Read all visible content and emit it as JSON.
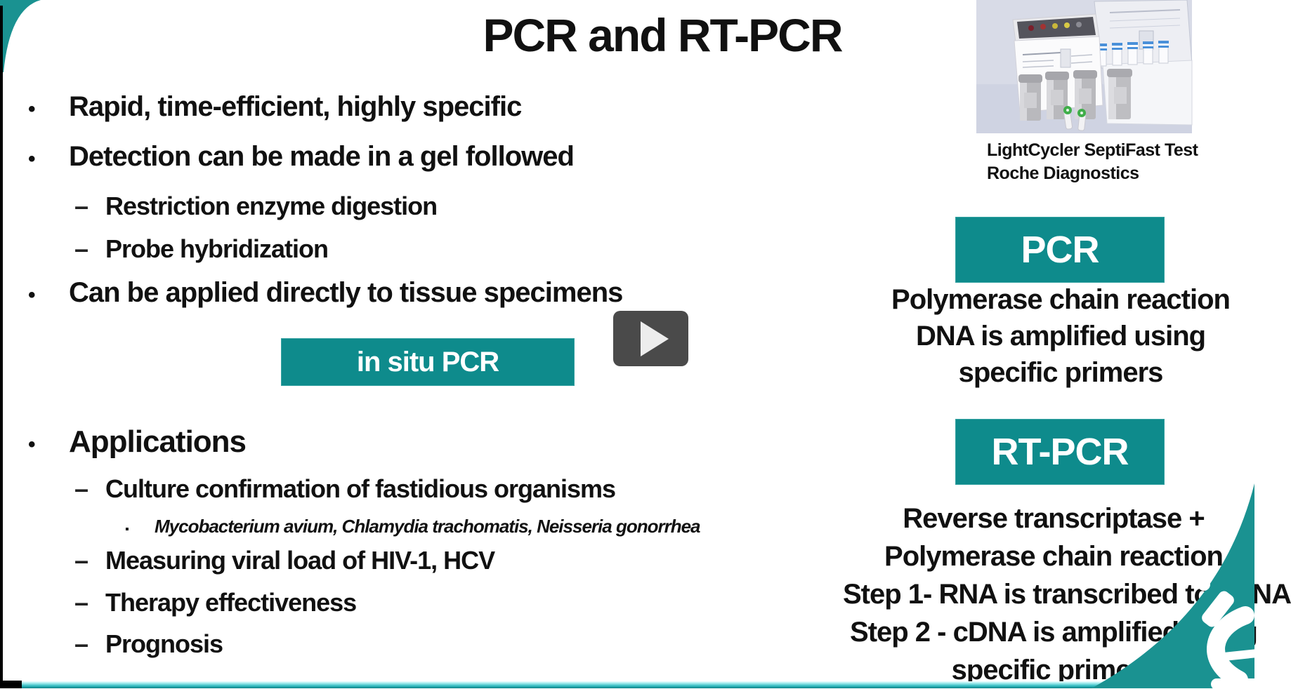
{
  "title": "PCR and RT-PCR",
  "markers": {
    "level1": "•",
    "level2": "–",
    "level3": "▪"
  },
  "bullets": {
    "b1": "Rapid, time-efficient, highly specific",
    "b2": "Detection can be made in a gel followed",
    "b2a": "Restriction enzyme digestion",
    "b2b": "Probe hybridization",
    "b3": "Can be applied directly to tissue specimens",
    "b4": "Applications",
    "b4a": "Culture confirmation of fastidious organisms",
    "b4a1": "Mycobacterium avium, Chlamydia trachomatis, Neisseria gonorrhea",
    "b4b": "Measuring viral load of HIV-1, HCV",
    "b4c": "Therapy effectiveness",
    "b4d": "Prognosis"
  },
  "in_situ_label": "in situ PCR",
  "kit": {
    "caption_line1": "LightCycler SeptiFast Test",
    "caption_line2": "Roche Diagnostics"
  },
  "pcr": {
    "label": "PCR",
    "desc1": "Polymerase chain reaction",
    "desc2": "DNA is amplified using",
    "desc3": "specific primers"
  },
  "rtpcr": {
    "label": "RT-PCR",
    "desc1": "Reverse transcriptase +",
    "desc2": "Polymerase chain reaction",
    "desc3": "Step 1- RNA is transcribed to cDNA",
    "desc4": "Step 2 - cDNA is amplified using",
    "desc5": "specific primers"
  },
  "colors": {
    "teal": "#0e8b8c",
    "corner_teal": "#1a9291",
    "play_button_bg": "#4a4a4a",
    "play_triangle": "#ededed",
    "bottom_bar_cyan": "#35bdc2",
    "text": "#111111"
  }
}
